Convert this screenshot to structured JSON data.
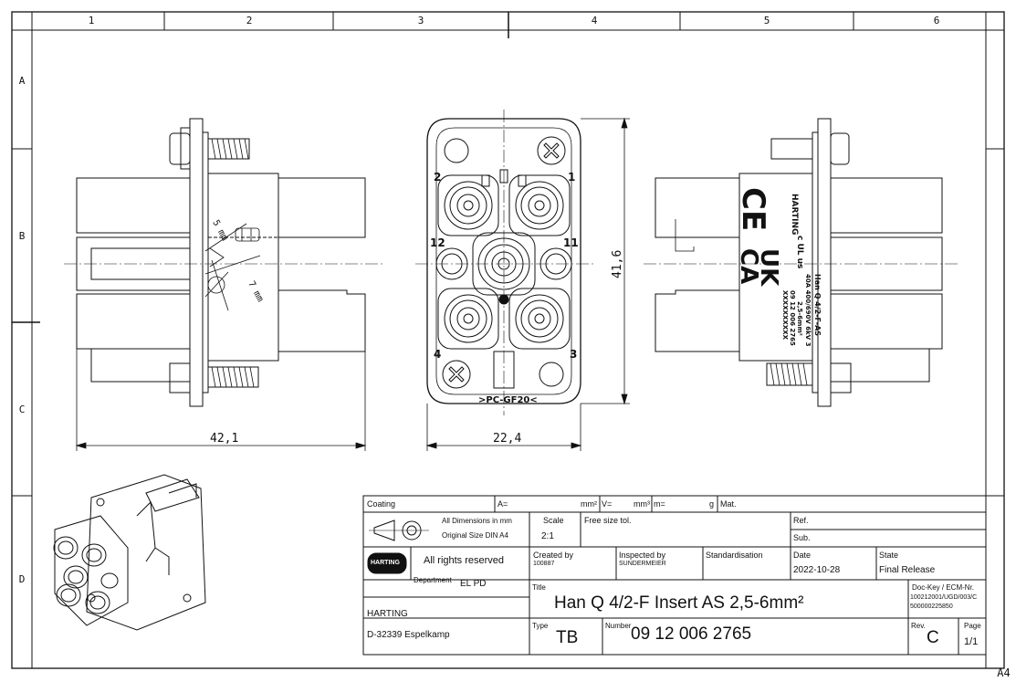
{
  "sheet": {
    "columns": [
      "1",
      "2",
      "3",
      "4",
      "5",
      "6"
    ],
    "rows": [
      "A",
      "B",
      "C",
      "D"
    ],
    "size_label": "A4"
  },
  "drawing": {
    "dim_width_side": "42,1",
    "dim_width_front": "22,4",
    "dim_height_front": "41,6",
    "pin_labels": [
      "1",
      "2",
      "3",
      "4",
      "11",
      "12"
    ],
    "material_mark": ">PC-GF20<",
    "strip_label_top": "5 mm",
    "strip_label_bottom": "7 mm",
    "rear_marks": {
      "ce": "CE",
      "ukca_top": "UK",
      "ukca_bottom": "CA",
      "ul": "c UL us",
      "logo": "HARTING",
      "product": "Han Q 4/2-F-AS",
      "rating": "40A 400/690V 6kV 3",
      "wire": "2,5-6mm²",
      "part": "09 12 006 2765",
      "serial": "XXXXXXXXXX"
    }
  },
  "title_block": {
    "coating_label": "Coating",
    "area_label": "A=",
    "area_unit": "mm²",
    "volume_label": "V=",
    "volume_unit": "mm³",
    "mass_label": "m=",
    "mass_unit": "g",
    "mat_label": "Mat.",
    "dims_note_1": "All Dimensions in mm",
    "dims_note_2": "Original Size DIN A4",
    "scale_label": "Scale",
    "scale_value": "2:1",
    "tol_label": "Free size tol.",
    "ref_label": "Ref.",
    "sub_label": "Sub.",
    "rights": "All rights reserved",
    "created_label": "Created by",
    "created_value": "100887",
    "inspected_label": "Inspected by",
    "inspected_value": "SUNDERMEIER",
    "standard_label": "Standardisation",
    "date_label": "Date",
    "date_value": "2022-10-28",
    "state_label": "State",
    "state_value": "Final Release",
    "department_label": "Department",
    "department_value": "EL PD",
    "logo_text": "HARTING",
    "title_label": "Title",
    "title_value": "Han Q 4/2-F Insert AS 2,5-6mm²",
    "dockey_label": "Doc-Key / ECM-Nr.",
    "dockey_value_1": "100212001/UGD/003/C",
    "dockey_value_2": "500000225850",
    "company": "HARTING",
    "address": "D-32339 Espelkamp",
    "type_label": "Type",
    "type_value": "TB",
    "number_label": "Number",
    "number_value": "09 12 006 2765",
    "rev_label": "Rev.",
    "rev_value": "C",
    "page_label": "Page",
    "page_value": "1/1"
  }
}
